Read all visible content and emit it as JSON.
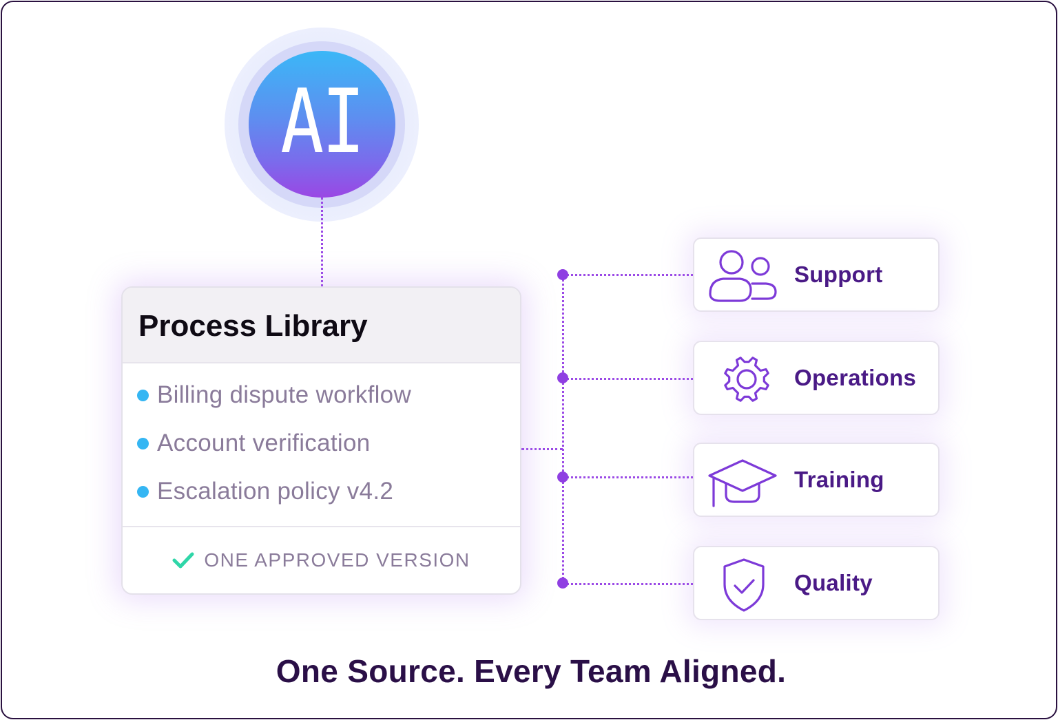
{
  "ai_badge": {
    "label": "AI"
  },
  "process_library": {
    "title": "Process Library",
    "items": [
      {
        "label": "Billing dispute workflow"
      },
      {
        "label": "Account verification"
      },
      {
        "label": "Escalation policy v4.2"
      }
    ],
    "footer": "ONE APPROVED VERSION"
  },
  "teams": [
    {
      "label": "Support",
      "icon": "users-icon"
    },
    {
      "label": "Operations",
      "icon": "gear-icon"
    },
    {
      "label": "Training",
      "icon": "graduation-cap-icon"
    },
    {
      "label": "Quality",
      "icon": "shield-check-icon"
    }
  ],
  "tagline": "One Source. Every Team Aligned.",
  "colors": {
    "accent_purple": "#8f3fe2",
    "team_label": "#4a1a86",
    "bullet": "#35b6f3",
    "check": "#2fd6a8",
    "tagline": "#2a0f47"
  }
}
